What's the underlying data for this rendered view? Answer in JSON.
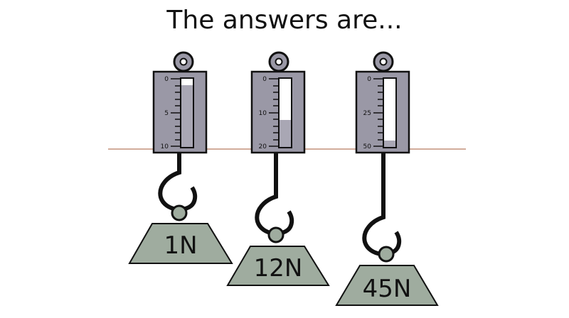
{
  "title": "The answers are...",
  "colors": {
    "scale_body": "#9a98a6",
    "fill": "#a9a7b4",
    "weight": "#9fac9f",
    "line": "#c4907a",
    "ink": "#111111"
  },
  "scales": [
    {
      "id": "scale-1",
      "max": 10,
      "mid": 5,
      "labels": [
        "0",
        "5",
        "10"
      ],
      "reading_fraction": 0.1,
      "weight_label": "1N"
    },
    {
      "id": "scale-2",
      "max": 20,
      "mid": 10,
      "labels": [
        "0",
        "10",
        "20"
      ],
      "reading_fraction": 0.6,
      "weight_label": "12N"
    },
    {
      "id": "scale-3",
      "max": 50,
      "mid": 25,
      "labels": [
        "0",
        "25",
        "50"
      ],
      "reading_fraction": 0.9,
      "weight_label": "45N"
    }
  ]
}
